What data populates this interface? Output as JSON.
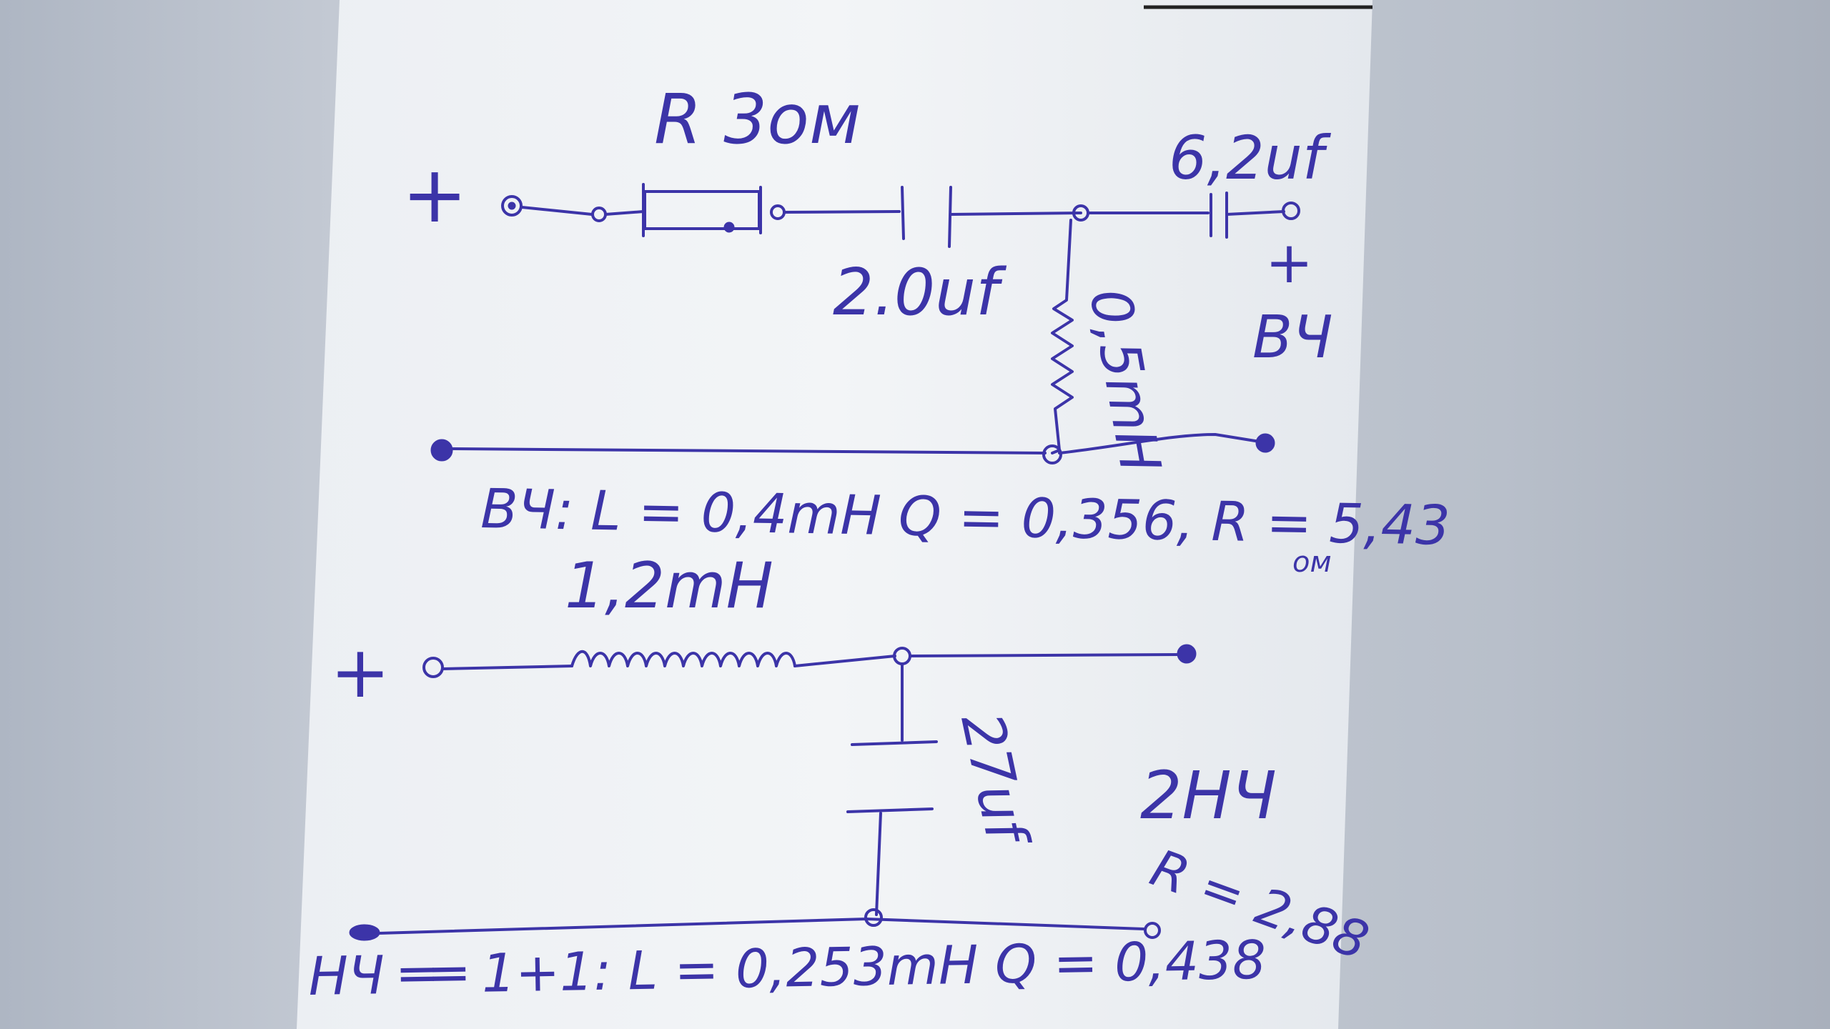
{
  "top_circuit": {
    "plus_sign": "+",
    "resistor_label": "R 3ом",
    "cap1_label": "2.0uf",
    "cap2_label": "6,2uf",
    "shunt_label": "0,5mH",
    "output_plus": "+",
    "output_label": "ВЧ",
    "spec_line": "ВЧ: L = 0,4mH Q = 0,356, R = 5,43",
    "spec_unit": "ом"
  },
  "bottom_circuit": {
    "plus_sign": "+",
    "inductor_label": "1,2mH",
    "cap_label": "27uf",
    "output_label": "2НЧ",
    "r_label": "R = 2,88",
    "spec_line": "НЧ ══ 1+1: L = 0,253mH Q = 0,438"
  },
  "colors": {
    "ink": "#3c34a8",
    "paper": "#f1f3f5",
    "background": "#bcc3ce"
  }
}
